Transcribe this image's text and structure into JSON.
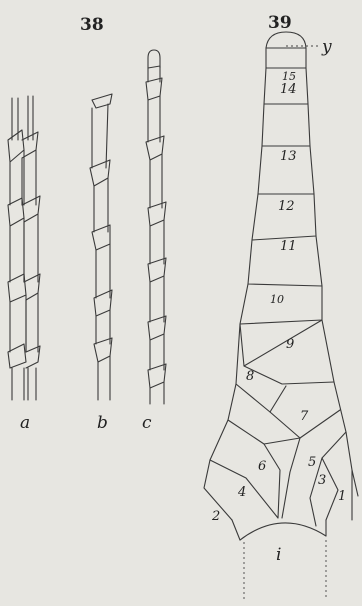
{
  "figures": {
    "fig38": {
      "number": "38",
      "panels": [
        {
          "id": "a",
          "label": "a"
        },
        {
          "id": "b",
          "label": "b"
        },
        {
          "id": "c",
          "label": "c"
        }
      ]
    },
    "fig39": {
      "number": "39",
      "apex_label": "y",
      "base_label": "i",
      "segment_labels": [
        "1",
        "2",
        "3",
        "4",
        "5",
        "6",
        "7",
        "8",
        "9",
        "10",
        "11",
        "12",
        "13",
        "14",
        "15"
      ]
    }
  }
}
